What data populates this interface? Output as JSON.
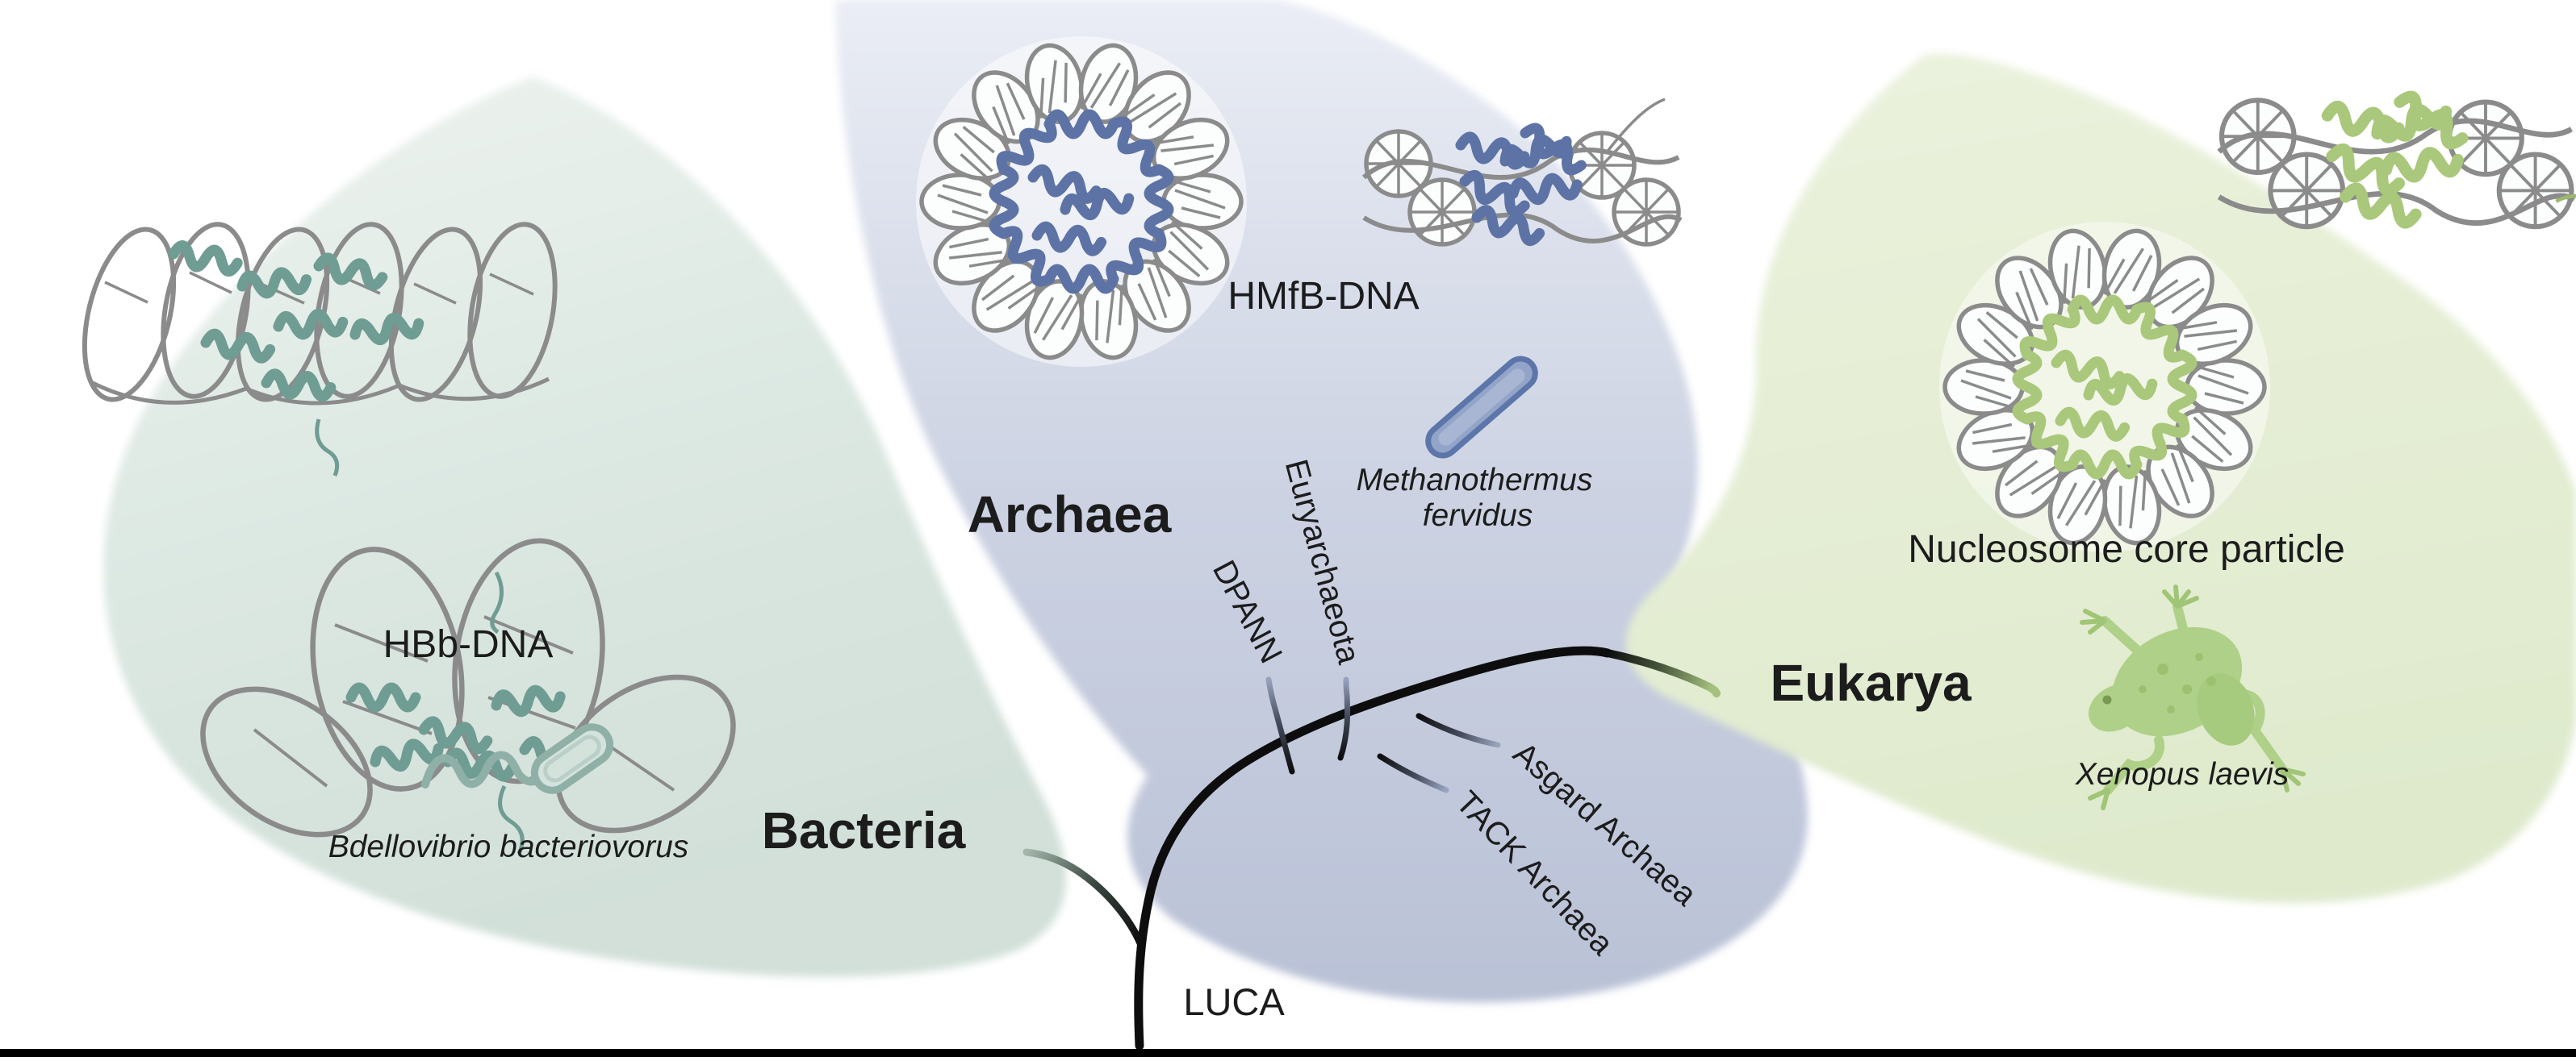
{
  "figure": {
    "type": "tree-of-life-histone-evolution-diagram",
    "tree": {
      "root": "LUCA",
      "clades": [
        "DPANN",
        "Euryarchaeota",
        "Asgard Archaea",
        "TACK Archaea"
      ]
    },
    "domains": {
      "bacteria": {
        "name": "Bacteria",
        "structure": "HBb-DNA",
        "organism": "Bdellovibrio bacteriovorus"
      },
      "archaea": {
        "name": "Archaea",
        "structure": "HMfB-DNA",
        "organism_lines": [
          "Methanothermus",
          "fervidus"
        ]
      },
      "eukarya": {
        "name": "Eukarya",
        "structure": "Nucleosome core particle",
        "organism": "Xenopus laevis"
      }
    },
    "colors": {
      "bacteria_blob": "#d7e3dd",
      "archaea_blob": "#c3cade",
      "eukarya_blob": "#e2eccf",
      "bacteria_protein": "#6f9c93",
      "archaea_protein": "#5d73a5",
      "eukarya_protein": "#a9c87b",
      "dna_gray": "#8b8b8b",
      "tree_branch": "#0d0d0d",
      "bottom_rule": "#000000"
    }
  }
}
